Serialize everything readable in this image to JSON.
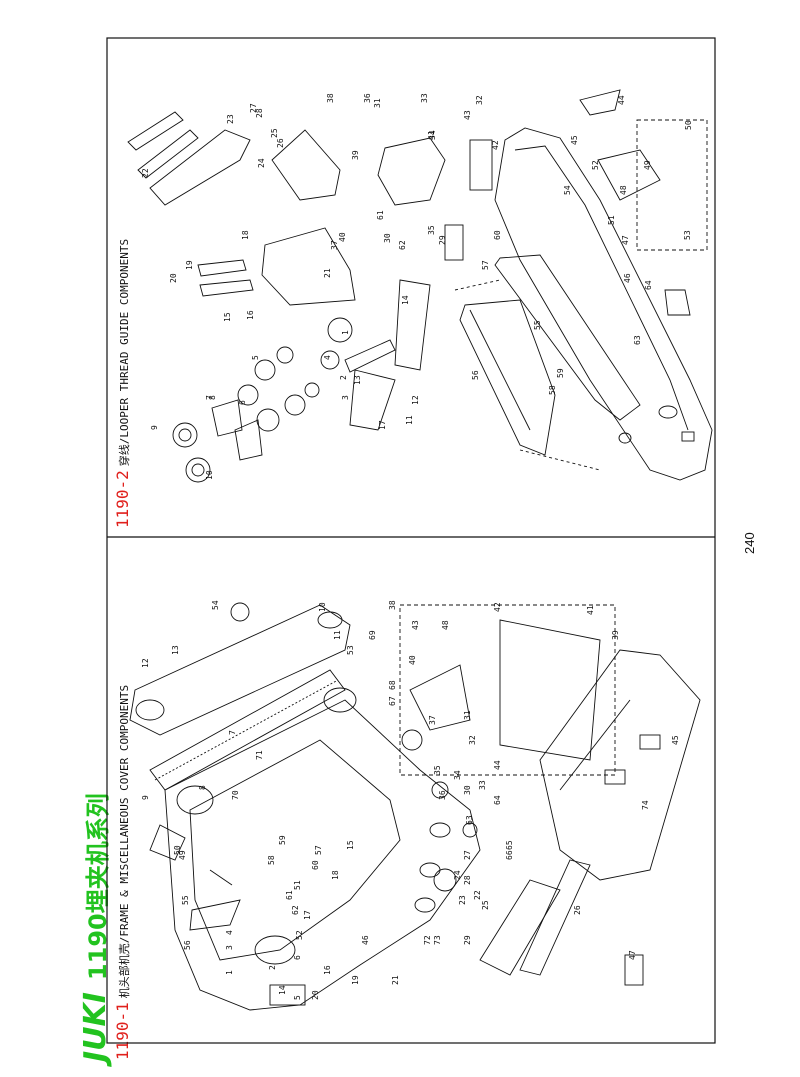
{
  "brand": {
    "logo": "JUKI",
    "series": "1190埋夹机系列"
  },
  "section1": {
    "number": "1190-1",
    "title": "机头部机壳/FRAME & MISCELLANEOUS COVER COMPONENTS"
  },
  "section2": {
    "number": "1190-2",
    "title": "穿线/LOOPER THREAD GUIDE COMPONENTS"
  },
  "page_number": "240",
  "colors": {
    "brand_green": "#22c31f",
    "title_red": "#e0201c",
    "line": "#111111"
  },
  "callouts_panel1": [
    "1",
    "2",
    "3",
    "4",
    "5",
    "6",
    "7",
    "8",
    "9",
    "10",
    "11",
    "12",
    "13",
    "14",
    "15",
    "16",
    "17",
    "18",
    "19",
    "20",
    "21",
    "22",
    "23",
    "24",
    "25",
    "26",
    "27",
    "28",
    "29",
    "30",
    "31",
    "32",
    "33",
    "34",
    "35",
    "36",
    "37",
    "38",
    "39",
    "40",
    "41",
    "42",
    "43",
    "44",
    "45",
    "46",
    "47",
    "48",
    "49",
    "50",
    "51",
    "52",
    "53",
    "54",
    "55",
    "56",
    "57",
    "58",
    "59",
    "60",
    "61",
    "62",
    "63",
    "64",
    "65",
    "66",
    "67",
    "68",
    "69",
    "70",
    "71",
    "72",
    "73",
    "74"
  ],
  "callouts_panel2": [
    "1",
    "2",
    "3",
    "4",
    "5",
    "6",
    "7",
    "8",
    "9",
    "10",
    "11",
    "12",
    "13",
    "14",
    "15",
    "16",
    "17",
    "18",
    "19",
    "20",
    "21",
    "22",
    "23",
    "24",
    "25",
    "26",
    "27",
    "28",
    "29",
    "30",
    "31",
    "32",
    "33",
    "34",
    "35",
    "36",
    "37",
    "38",
    "39",
    "40",
    "41",
    "42",
    "43",
    "44",
    "45",
    "46",
    "47",
    "48",
    "49",
    "50",
    "51",
    "52",
    "53",
    "54",
    "55",
    "56",
    "57",
    "58",
    "59",
    "60",
    "61",
    "62",
    "63",
    "64"
  ]
}
